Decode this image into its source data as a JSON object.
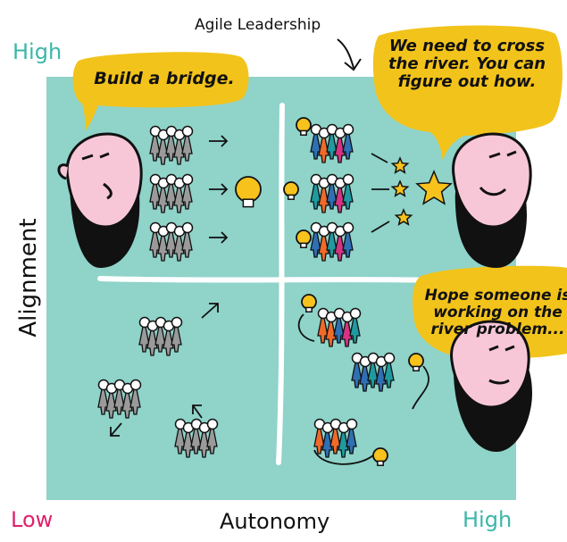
{
  "title": "Agile Leadership",
  "axes": {
    "y_label": "Alignment",
    "x_label": "Autonomy",
    "y_high": "High",
    "x_low": "Low",
    "x_high": "High"
  },
  "bubbles": [
    {
      "text": "Build a bridge."
    },
    {
      "text": "We need to cross the river. You can figure out how."
    },
    {
      "text": "Hope someone is working on the river problem..."
    }
  ],
  "colors": {
    "quadrant_bg": "#8fd3c9",
    "bubble": "#f2c31b",
    "axis_teal": "#3bb7a8",
    "axis_low": "#e0206a",
    "team_gray": "#9a9a9a",
    "team_orange": "#f06a2a",
    "team_blue": "#2f6fb3",
    "team_pink": "#d63384",
    "team_teal": "#1f9aa0",
    "star": "#f7c21c",
    "face": "#f7c7d8"
  }
}
